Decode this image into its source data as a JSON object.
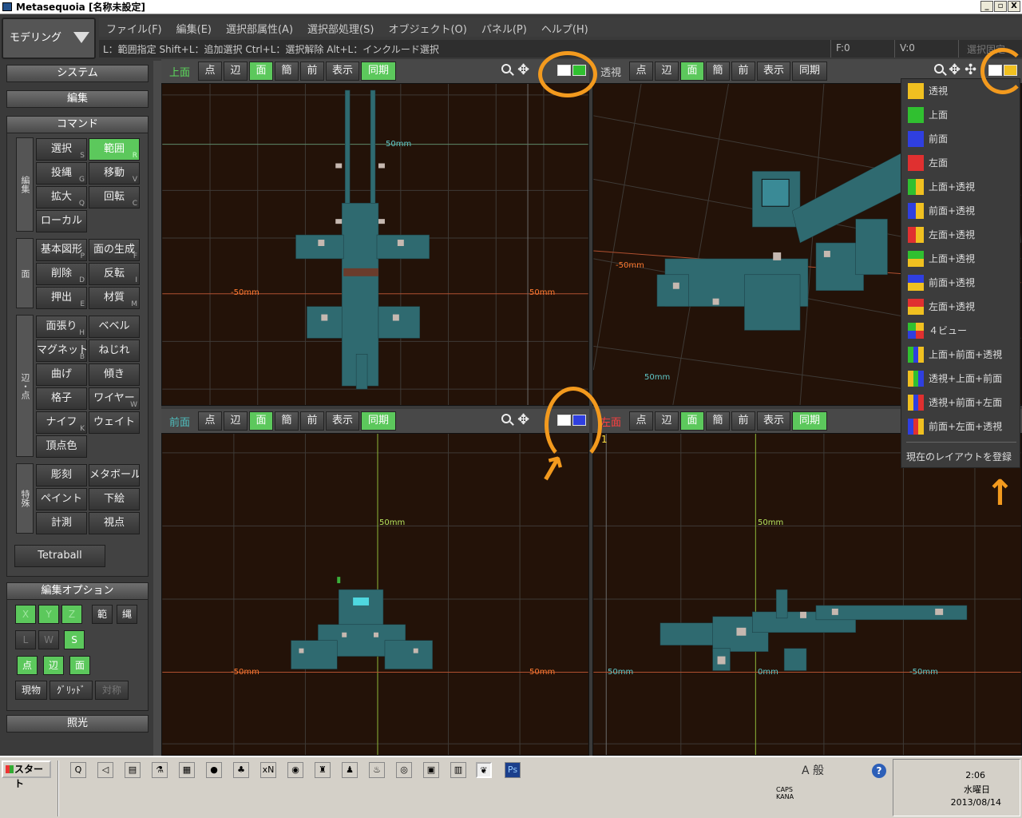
{
  "window": {
    "title": "Metasequoia [名称未設定]",
    "controls": [
      "_",
      "▫",
      "X"
    ]
  },
  "mode": {
    "label": "モデリング"
  },
  "menu": [
    "ファイル(F)",
    "編集(E)",
    "選択部属性(A)",
    "選択部処理(S)",
    "オブジェクト(O)",
    "パネル(P)",
    "ヘルプ(H)"
  ],
  "status": {
    "hint": "L：範囲指定  Shift+L：追加選択  Ctrl+L：選択解除  Alt+L：インクルード選択",
    "f": "F:0",
    "v": "V:0",
    "lock": "選択固定"
  },
  "left": {
    "system": "システム",
    "edit": "編集",
    "command": "コマンド",
    "groups": {
      "edit": "編集",
      "face": "面",
      "edge": "辺・点",
      "special": "特殊"
    },
    "buttons": [
      {
        "label": "選択",
        "key": "S"
      },
      {
        "label": "範囲",
        "key": "R",
        "on": true
      },
      {
        "label": "投縄",
        "key": "G"
      },
      {
        "label": "移動",
        "key": "V"
      },
      {
        "label": "拡大",
        "key": "Q"
      },
      {
        "label": "回転",
        "key": "C"
      },
      {
        "label": "ローカル",
        "key": ""
      },
      {
        "label": "基本図形",
        "key": "P"
      },
      {
        "label": "面の生成",
        "key": "F"
      },
      {
        "label": "削除",
        "key": "D"
      },
      {
        "label": "反転",
        "key": "I"
      },
      {
        "label": "押出",
        "key": "E"
      },
      {
        "label": "材質",
        "key": "M"
      },
      {
        "label": "面張り",
        "key": "H"
      },
      {
        "label": "ベベル",
        "key": ""
      },
      {
        "label": "マグネット",
        "key": "B"
      },
      {
        "label": "ねじれ",
        "key": ""
      },
      {
        "label": "曲げ",
        "key": ""
      },
      {
        "label": "傾き",
        "key": ""
      },
      {
        "label": "格子",
        "key": ""
      },
      {
        "label": "ワイヤー",
        "key": "W"
      },
      {
        "label": "ナイフ",
        "key": "K"
      },
      {
        "label": "ウェイト",
        "key": ""
      },
      {
        "label": "頂点色",
        "key": ""
      },
      {
        "label": "彫刻",
        "key": ""
      },
      {
        "label": "メタボール粘",
        "key": ""
      },
      {
        "label": "ペイント",
        "key": ""
      },
      {
        "label": "下絵",
        "key": ""
      },
      {
        "label": "計測",
        "key": ""
      },
      {
        "label": "視点",
        "key": ""
      }
    ],
    "tetraball": "Tetraball",
    "options_title": "編集オプション",
    "xyz": [
      "X",
      "Y",
      "Z"
    ],
    "range": "範",
    "rope": "縄",
    "lws": [
      "L",
      "W",
      "S"
    ],
    "pef": [
      "点",
      "辺",
      "面"
    ],
    "current": "現物",
    "grid": "ｸﾞﾘｯﾄﾞ",
    "symmetry": "対称",
    "lighting": "照光"
  },
  "viewports": [
    {
      "name": "上面",
      "cls": "",
      "sync": "同期"
    },
    {
      "name": "透視",
      "cls": "gray",
      "sync": "同期"
    },
    {
      "name": "前面",
      "cls": "teal",
      "sync": "同期"
    },
    {
      "name": "左面",
      "cls": "red",
      "sync": "同期"
    }
  ],
  "vp_buttons": [
    "点",
    "辺",
    "面",
    "簡",
    "前",
    "表示"
  ],
  "axis": {
    "top": {
      "y": "50mm",
      "xneg": "-50mm",
      "xpos": "50mm"
    },
    "persp": {
      "a": "-50mm",
      "b": "50mm"
    },
    "front": {
      "y": "50mm",
      "xneg": "-50mm",
      "xpos": "50mm"
    },
    "left": {
      "y": "50mm",
      "xneg": "50mm",
      "zero": "0mm",
      "xpos": "-50mm",
      "num": "1"
    }
  },
  "layout_menu": [
    {
      "label": "透視",
      "colors": [
        "#f0c020"
      ]
    },
    {
      "label": "上面",
      "colors": [
        "#30c030"
      ]
    },
    {
      "label": "前面",
      "colors": [
        "#2f3fe0"
      ]
    },
    {
      "label": "左面",
      "colors": [
        "#e03030"
      ]
    },
    {
      "label": "上面+透視",
      "colors": [
        "#30c030",
        "#f0c020"
      ]
    },
    {
      "label": "前面+透視",
      "colors": [
        "#2f3fe0",
        "#f0c020"
      ]
    },
    {
      "label": "左面+透視",
      "colors": [
        "#e03030",
        "#f0c020"
      ]
    },
    {
      "label": "上面+透視",
      "colors": [
        "#30c030",
        "#f0c020"
      ],
      "horiz": true
    },
    {
      "label": "前面+透視",
      "colors": [
        "#2f3fe0",
        "#f0c020"
      ],
      "horiz": true
    },
    {
      "label": "左面+透視",
      "colors": [
        "#e03030",
        "#f0c020"
      ],
      "horiz": true
    },
    {
      "label": "４ビュー",
      "colors": [
        "#30c030",
        "#f0c020",
        "#2f3fe0",
        "#e03030"
      ],
      "quad": true
    },
    {
      "label": "上面+前面+透視",
      "colors": [
        "#30c030",
        "#2f3fe0",
        "#f0c020"
      ]
    },
    {
      "label": "透視+上面+前面",
      "colors": [
        "#f0c020",
        "#30c030",
        "#2f3fe0"
      ]
    },
    {
      "label": "透視+前面+左面",
      "colors": [
        "#f0c020",
        "#2f3fe0",
        "#e03030"
      ]
    },
    {
      "label": "前面+左面+透視",
      "colors": [
        "#2f3fe0",
        "#e03030",
        "#f0c020"
      ]
    }
  ],
  "layout_register": "現在のレイアウトを登録",
  "taskbar": {
    "start": "スタート",
    "icons": [
      "Q",
      "◁",
      "▤",
      "⚗",
      "▦",
      "●",
      "♣",
      "xN",
      "◉",
      "♜",
      "♟",
      "♨",
      "◎",
      "▣",
      "▥",
      "❦",
      "Ps"
    ],
    "ime_text": "A 般",
    "caps": "CAPS",
    "kana": "KANA",
    "time": "2:06",
    "weekday": "水曜日",
    "date": "2013/08/14"
  },
  "colors": {
    "accent": "#5cc85c",
    "annotation": "#f39a1e",
    "viewport_bg": "#231208"
  }
}
